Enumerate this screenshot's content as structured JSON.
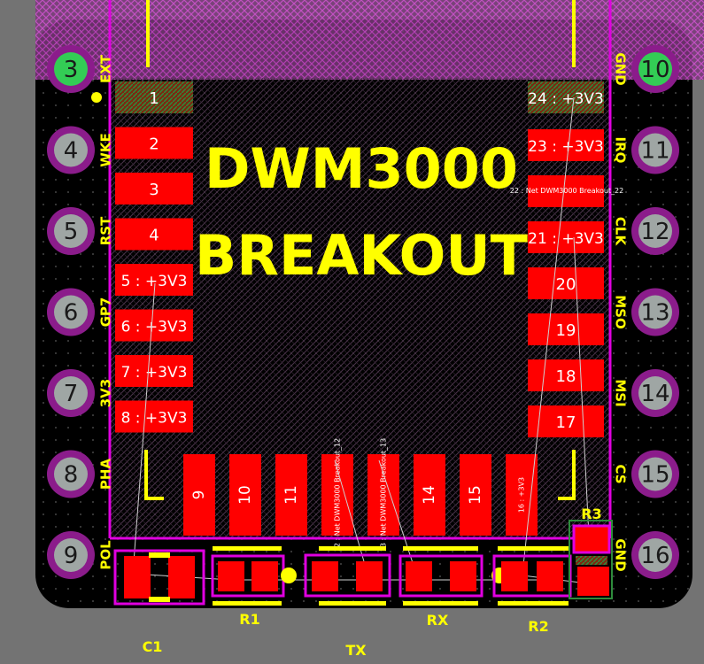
{
  "colors": {
    "background": "#737373",
    "board": "#000000",
    "pad_top": "#ff0000",
    "pad_hole_rim": "#8b1c8b",
    "pad_hole": "#9fa6a4",
    "silkscreen": "#ffff00",
    "courtyard": "#e000e0",
    "pad_mask_green": "#33cc55"
  },
  "title": {
    "line1": "DWM3000",
    "line2": "BREAKOUT"
  },
  "left_header": [
    {
      "num": "3",
      "label": "EXT"
    },
    {
      "num": "4",
      "label": "WKE"
    },
    {
      "num": "5",
      "label": "RST"
    },
    {
      "num": "6",
      "label": "GP7"
    },
    {
      "num": "7",
      "label": "3V3"
    },
    {
      "num": "8",
      "label": "PHA"
    },
    {
      "num": "9",
      "label": "POL"
    }
  ],
  "right_header": [
    {
      "num": "10",
      "label": "GND"
    },
    {
      "num": "11",
      "label": "IRQ"
    },
    {
      "num": "12",
      "label": "CLK"
    },
    {
      "num": "13",
      "label": "MSO"
    },
    {
      "num": "14",
      "label": "MSI"
    },
    {
      "num": "15",
      "label": "CS"
    },
    {
      "num": "16",
      "label": "GND"
    }
  ],
  "module_left_pads": [
    "1",
    "2",
    "3",
    "4",
    "5 : +3V3",
    "6 : +3V3",
    "7 : +3V3",
    "8 : +3V3"
  ],
  "module_right_pads": [
    "24 : +3V3",
    "23 : +3V3",
    "21 : +3V3",
    "20",
    "19",
    "18",
    "17"
  ],
  "module_bottom_pads": [
    "9",
    "10",
    "11",
    "12 : Net DWM3000 Breakout_12",
    "13 : Net DWM3000 Breakout_13",
    "14",
    "15",
    "16 : +3V3"
  ],
  "net_label_pad22": "22 : Net DWM3000 Breakout_22",
  "components": {
    "c1": "C1",
    "r1": "R1",
    "tx": "TX",
    "rx": "RX",
    "r2": "R2",
    "r3": "R3"
  }
}
